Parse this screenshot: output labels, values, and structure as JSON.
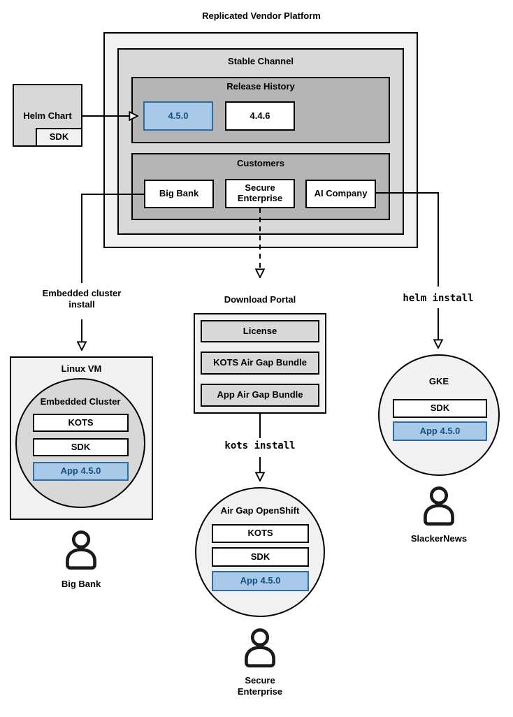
{
  "title": "Replicated Vendor Platform",
  "colors": {
    "blue-fill": "#a9c9e9",
    "blue-border": "#2e6da4",
    "blue-text": "#17507e",
    "g-light": "#f1f1f1",
    "g-mid": "#d8d8d8",
    "g-dark": "#b5b5b5"
  },
  "platform": {
    "stable_channel": {
      "label": "Stable Channel"
    },
    "release_history": {
      "label": "Release History",
      "releases": [
        "4.5.0",
        "4.4.6"
      ]
    },
    "customers": {
      "label": "Customers",
      "items": [
        "Big Bank",
        "Secure Enterprise",
        "AI Company"
      ]
    }
  },
  "helm_chart": {
    "label": "Helm Chart",
    "sdk": "SDK"
  },
  "edges": {
    "embedded_cluster_install": "Embedded cluster install",
    "kots_install": "kots install",
    "helm_install": "helm install"
  },
  "download_portal": {
    "label": "Download Portal",
    "items": [
      "License",
      "KOTS Air Gap Bundle",
      "App Air Gap Bundle"
    ]
  },
  "linux_vm": {
    "label": "Linux VM",
    "embedded_cluster": {
      "label": "Embedded Cluster",
      "components": [
        "KOTS",
        "SDK",
        "App 4.5.0"
      ]
    }
  },
  "air_gap_openshift": {
    "label": "Air Gap OpenShift",
    "components": [
      "KOTS",
      "SDK",
      "App 4.5.0"
    ]
  },
  "gke": {
    "label": "GKE",
    "components": [
      "SDK",
      "App 4.5.0"
    ]
  },
  "users": {
    "big_bank": "Big Bank",
    "secure_enterprise": "Secure Enterprise",
    "slackernews": "SlackerNews"
  }
}
